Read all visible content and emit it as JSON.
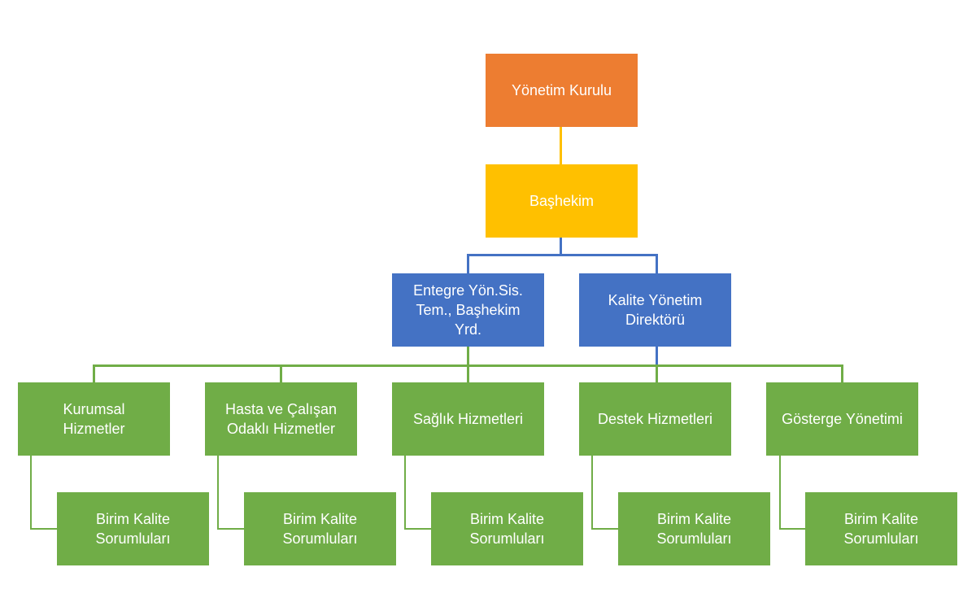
{
  "colors": {
    "board": "#ED7D31",
    "chief": "#FFC000",
    "management": "#4472C4",
    "service": "#70AD47",
    "connector_top": "#FFC000",
    "connector_mid": "#4472C4",
    "connector_low": "#70AD47"
  },
  "nodes": {
    "board": "Yönetim Kurulu",
    "chief": "Başhekim",
    "deputy": "Entegre Yön.Sis.\nTem., Başhekim\nYrd.",
    "quality_director": "Kalite Yönetim\nDirektörü",
    "services": [
      "Kurumsal\nHizmetler",
      "Hasta ve Çalışan\nOdaklı Hizmetler",
      "Sağlık Hizmetleri",
      "Destek Hizmetleri",
      "Gösterge Yönetimi"
    ],
    "units": [
      "Birim Kalite\nSorumluları",
      "Birim Kalite\nSorumluları",
      "Birim Kalite\nSorumluları",
      "Birim Kalite\nSorumluları",
      "Birim Kalite\nSorumluları"
    ]
  }
}
